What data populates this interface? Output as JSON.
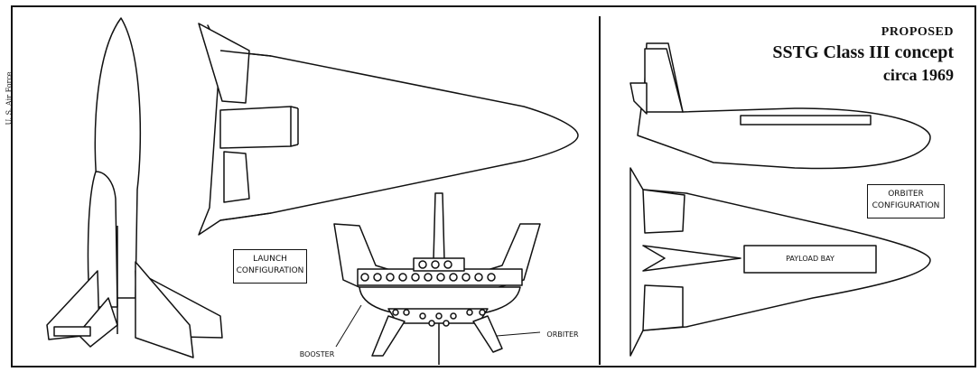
{
  "title": {
    "line1": "PROPOSED",
    "line2": "SSTG Class III concept",
    "line3": "circa 1969"
  },
  "credit": "U. S. Air Force",
  "labels": {
    "launch_configuration": "LAUNCH CONFIGURATION",
    "orbiter_configuration": "ORBITER CONFIGURATION",
    "payload_bay": "PAYLOAD BAY",
    "booster": "BOOSTER",
    "orbiter": "ORBITER"
  }
}
